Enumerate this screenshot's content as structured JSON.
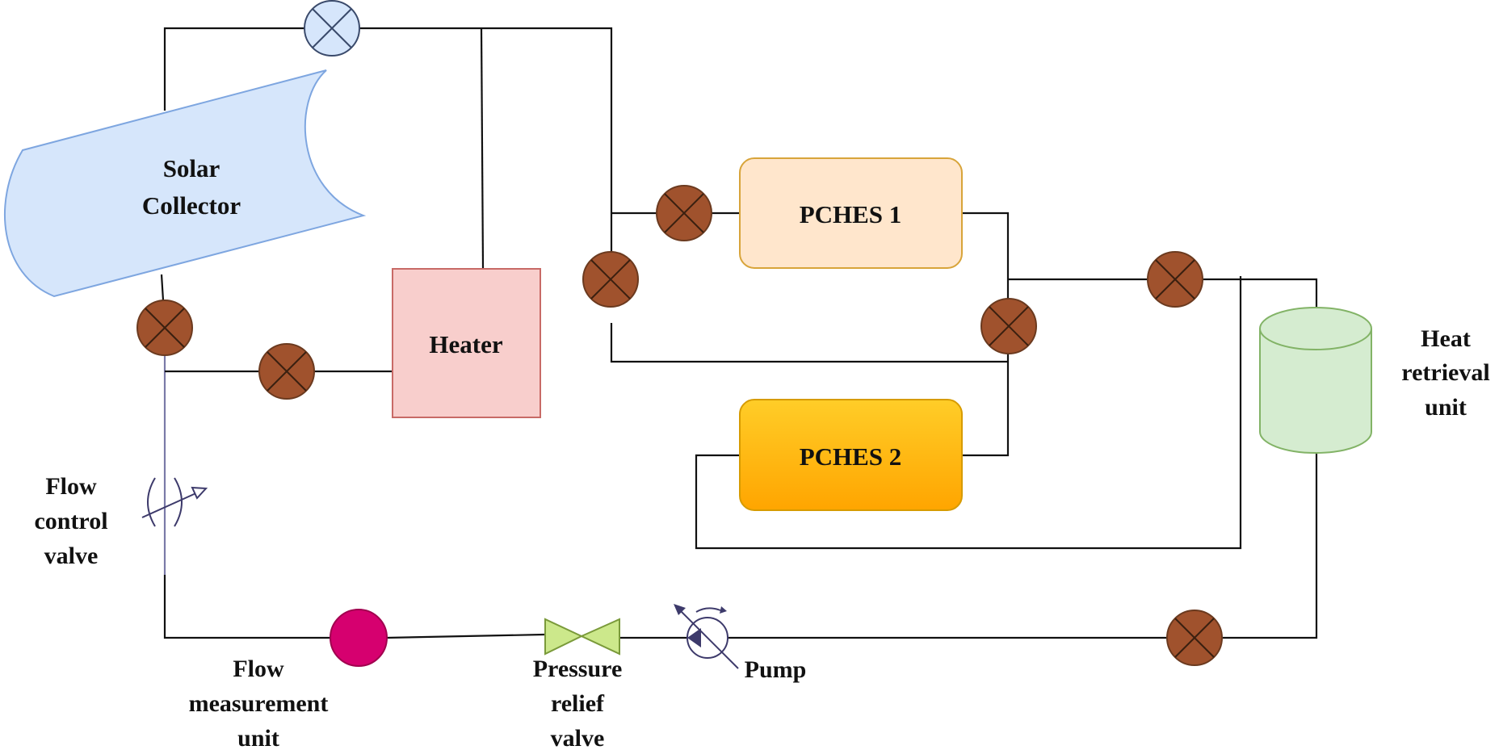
{
  "components": {
    "solar_collector": {
      "lines": [
        "Solar",
        "Collector"
      ],
      "fill": "#d6e6fb",
      "stroke": "#7ea6e0"
    },
    "heater": {
      "label": "Heater",
      "fill": "#f8cecc",
      "stroke": "#c86a66"
    },
    "pches1": {
      "label": "PCHES 1",
      "fill": "#ffe6cc",
      "stroke": "#d8a43a"
    },
    "pches2": {
      "label": "PCHES 2",
      "fill_top": "#ffcd28",
      "fill_bottom": "#ffa500",
      "stroke": "#d79b00"
    },
    "heat_retrieval": {
      "lines": [
        "Heat",
        "retrieval",
        "unit"
      ],
      "fill": "#d5ecd0",
      "stroke": "#82b366"
    }
  },
  "instruments": {
    "flow_control_valve": {
      "lines": [
        "Flow",
        "control",
        "valve"
      ]
    },
    "flow_measurement": {
      "lines": [
        "Flow",
        "measurement",
        "unit"
      ],
      "color": "#d6006f"
    },
    "pressure_relief_valve": {
      "lines": [
        "Pressure",
        "relief",
        "valve"
      ],
      "color": "#cce88b"
    },
    "pump": {
      "label": "Pump"
    }
  },
  "colors": {
    "valve_fill": "#a0522d",
    "valve_stroke": "#6b3a1f",
    "top_valve_fill": "#d6e6fb",
    "pipe": "#111111"
  }
}
